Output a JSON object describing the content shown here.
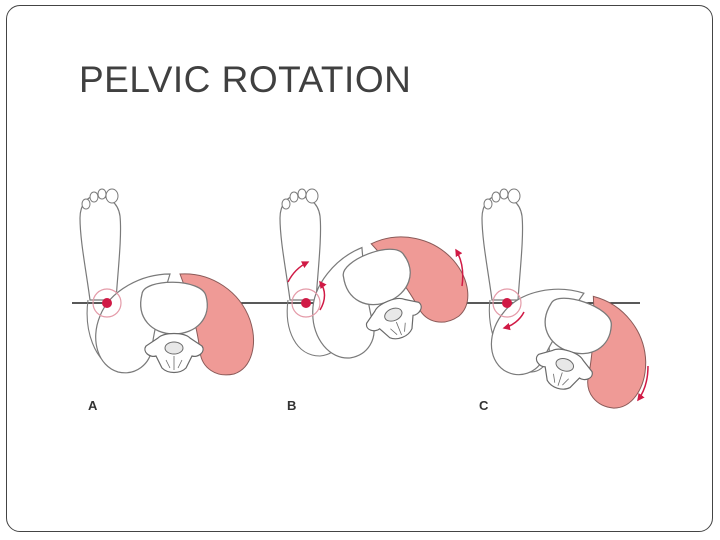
{
  "slide": {
    "title": "PELVIC ROTATION"
  },
  "figure": {
    "panels": [
      {
        "label": "A",
        "rotation": "neutral"
      },
      {
        "label": "B",
        "rotation": "counter-clockwise"
      },
      {
        "label": "C",
        "rotation": "clockwise"
      }
    ],
    "colors": {
      "highlight_fill": "#ef9a96",
      "marker": "#d01a45",
      "outline": "#7a7a7a",
      "line": "#222222"
    }
  }
}
